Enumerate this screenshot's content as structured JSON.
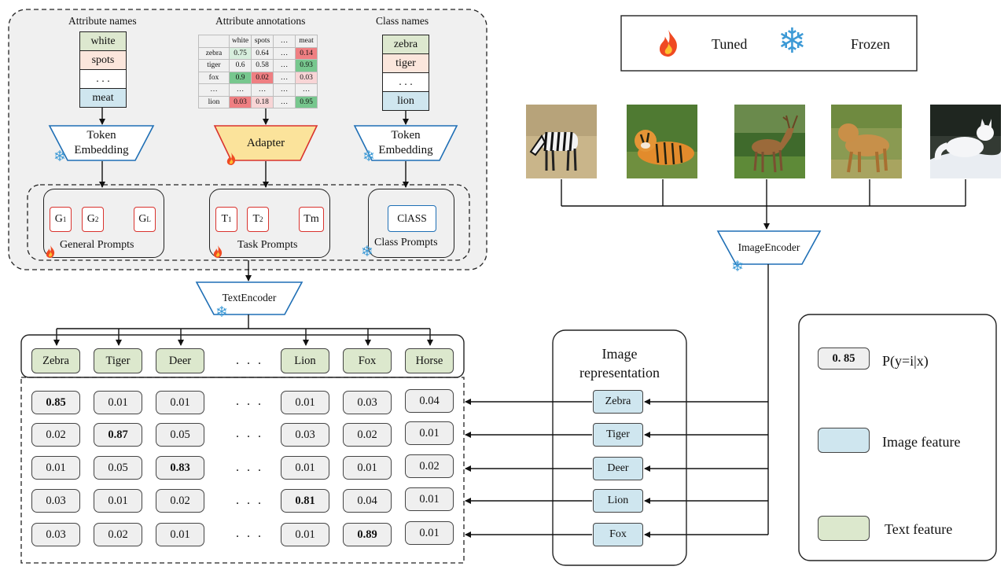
{
  "top": {
    "attribute_names": {
      "title": "Attribute names",
      "items": [
        "white",
        "spots",
        ". . .",
        "meat"
      ]
    },
    "attribute_annotations": {
      "title": "Attribute annotations",
      "columns": [
        "",
        "white",
        "spots",
        "…",
        "meat"
      ],
      "rows": [
        [
          "zebra",
          "0.75",
          "0.64",
          "…",
          "0.14"
        ],
        [
          "tiger",
          "0.6",
          "0.58",
          "…",
          "0.93"
        ],
        [
          "fox",
          "0.9",
          "0.02",
          "…",
          "0.03"
        ],
        [
          "…",
          "…",
          "…",
          "…",
          "…"
        ],
        [
          "lion",
          "0.03",
          "0.18",
          "…",
          "0.95"
        ]
      ]
    },
    "class_names": {
      "title": "Class names",
      "items": [
        "zebra",
        "tiger",
        ". . .",
        "lion"
      ]
    },
    "token_embedding_left": {
      "line1": "Token",
      "line2": "Embedding"
    },
    "adapter_label": "Adapter",
    "token_embedding_right": {
      "line1": "Token",
      "line2": "Embedding"
    },
    "general_prompts": {
      "label": "General Prompts",
      "g1": "G",
      "g2": "G",
      "gl": "G",
      "s1": "1",
      "s2": "2",
      "sl": "L"
    },
    "task_prompts": {
      "label": "Task Prompts",
      "t1": "T",
      "t2": "T",
      "tm": "Tm",
      "s1": "1",
      "s2": "2"
    },
    "class_prompts": {
      "label": "Class Prompts",
      "token": "ClASS"
    }
  },
  "legend_top": {
    "tuned": "Tuned",
    "frozen": "Frozen"
  },
  "image_encoder_label": "ImageEncoder",
  "text_encoder_label": "TextEncoder",
  "classes": [
    "Zebra",
    "Tiger",
    "Deer",
    "Lion",
    "Fox",
    "Horse"
  ],
  "ellipsis": ". . .",
  "score_matrix": [
    [
      "0.85",
      "0.01",
      "0.01",
      "0.01",
      "0.03",
      "0.04"
    ],
    [
      "0.02",
      "0.87",
      "0.05",
      "0.03",
      "0.02",
      "0.01"
    ],
    [
      "0.01",
      "0.05",
      "0.83",
      "0.01",
      "0.01",
      "0.02"
    ],
    [
      "0.03",
      "0.01",
      "0.02",
      "0.81",
      "0.04",
      "0.01"
    ],
    [
      "0.03",
      "0.02",
      "0.01",
      "0.01",
      "0.89",
      "0.01"
    ]
  ],
  "image_representation": {
    "title_line1": "Image",
    "title_line2": "representation",
    "items": [
      "Zebra",
      "Tiger",
      "Deer",
      "Lion",
      "Fox"
    ]
  },
  "legend_right": {
    "score_sample": "0. 85",
    "score_label": "P(y=i|x)",
    "image_feature": "Image feature",
    "text_feature": "Text feature"
  },
  "colors": {
    "text_feature": "#dce8cd",
    "image_feature": "#cfe6ef",
    "score_box": "#efefef",
    "prompt_border": "#d9332e",
    "encoder_border": "#1f6fb5",
    "adapter_fill": "#fbe39b",
    "panel_bg": "#f0f0f0"
  },
  "photos": [
    "zebra-photo",
    "tiger-photo",
    "deer-photo",
    "lion-photo",
    "arctic-fox-photo"
  ]
}
